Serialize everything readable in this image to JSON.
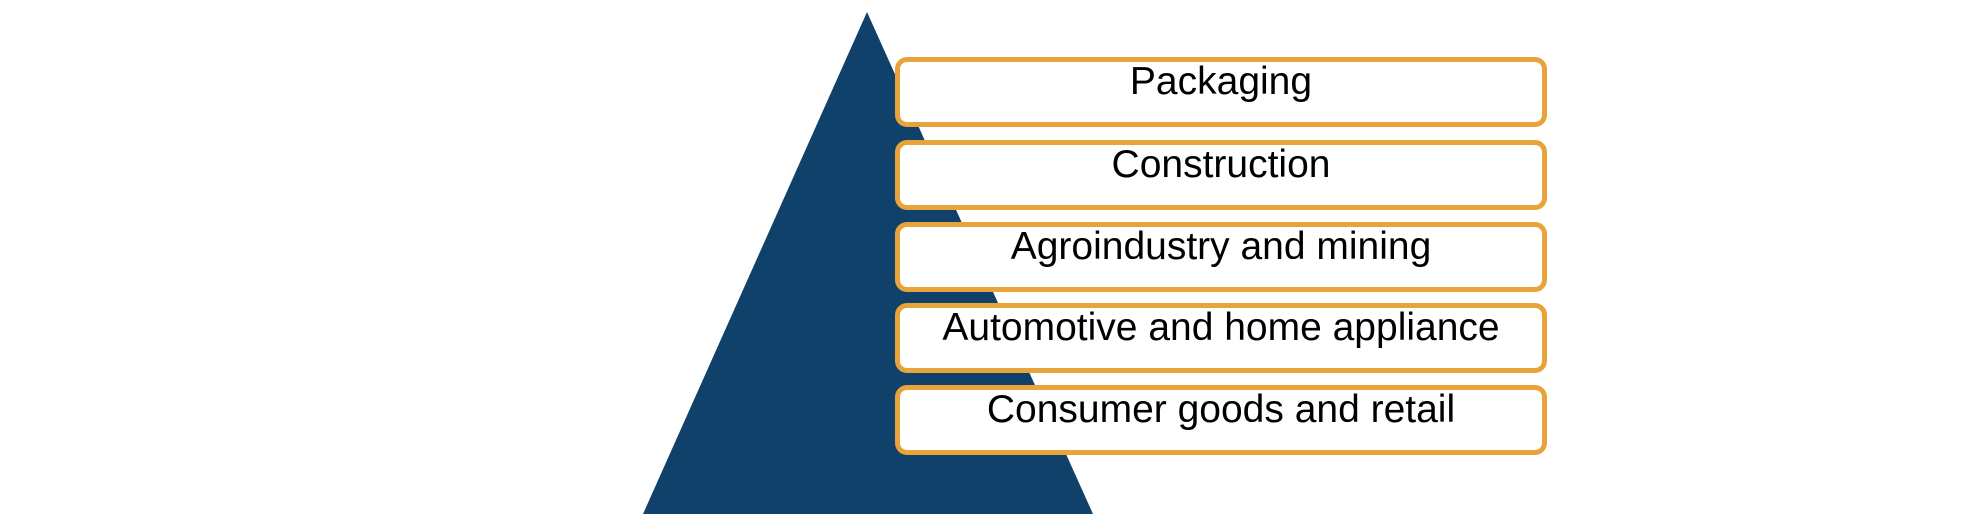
{
  "pyramid": {
    "fill_color": "#0f416b",
    "box_border_color": "#e8a33b",
    "tiers": [
      {
        "label": "Packaging"
      },
      {
        "label": "Construction"
      },
      {
        "label": "Agroindustry and mining"
      },
      {
        "label": "Automotive and home appliance"
      },
      {
        "label": "Consumer goods and retail"
      }
    ]
  }
}
